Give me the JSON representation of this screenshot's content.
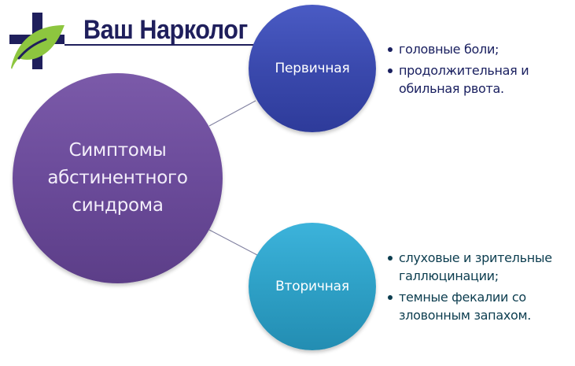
{
  "logo": {
    "title": "Ваш Нарколог",
    "icon": "cross-with-leaf-icon",
    "colors": {
      "cross": "#1f1f5c",
      "leaf": "#8dc63f",
      "title": "#1f1f5c"
    }
  },
  "diagram": {
    "center": {
      "lines": [
        "Симптомы",
        "абстинентного",
        "синдрома"
      ],
      "color": "#6b4b9a"
    },
    "branches": [
      {
        "label": "Первичная",
        "color": "#3a49ad",
        "items": [
          "головные боли;",
          "продолжительная и обильная рвота."
        ]
      },
      {
        "label": "Вторичная",
        "color": "#2ea0c6",
        "items": [
          "слуховые и зрительные галлюцинации;",
          "темные фекалии со зловонным запахом."
        ]
      }
    ]
  }
}
